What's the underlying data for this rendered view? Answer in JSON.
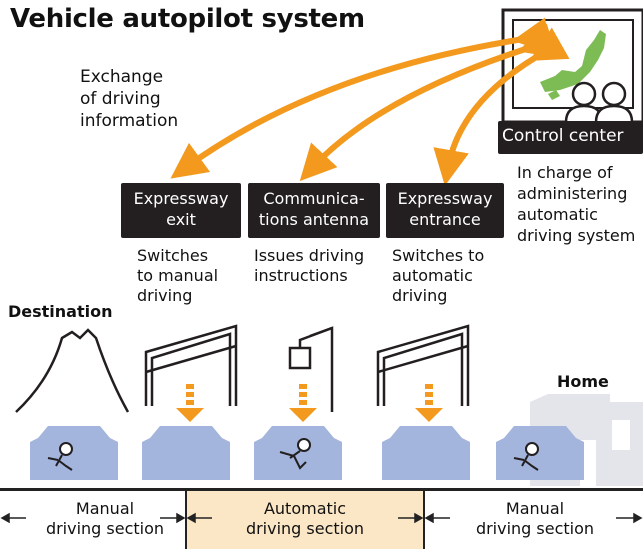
{
  "title": "Vehicle autopilot system",
  "exchange_label": "Exchange\nof driving\ninformation",
  "boxes": {
    "exit": "Expressway\nexit",
    "antenna": "Communica-\ntions antenna",
    "entrance": "Expressway\nentrance",
    "control": "Control center"
  },
  "captions": {
    "exit": "Switches\nto manual\ndriving",
    "antenna": "Issues driving\ninstructions",
    "entrance": "Switches to\nautomatic\ndriving",
    "control": "In charge of\nadministering\nautomatic\ndriving system"
  },
  "places": {
    "destination": "Destination",
    "home": "Home"
  },
  "sections": {
    "left": "Manual\ndriving section",
    "middle": "Automatic\ndriving section",
    "right": "Manual\ndriving section"
  },
  "colors": {
    "arrow": "#f39a1e",
    "car": "#a3b4dd",
    "auto_band": "#fbe7c6",
    "box": "#231f20"
  }
}
